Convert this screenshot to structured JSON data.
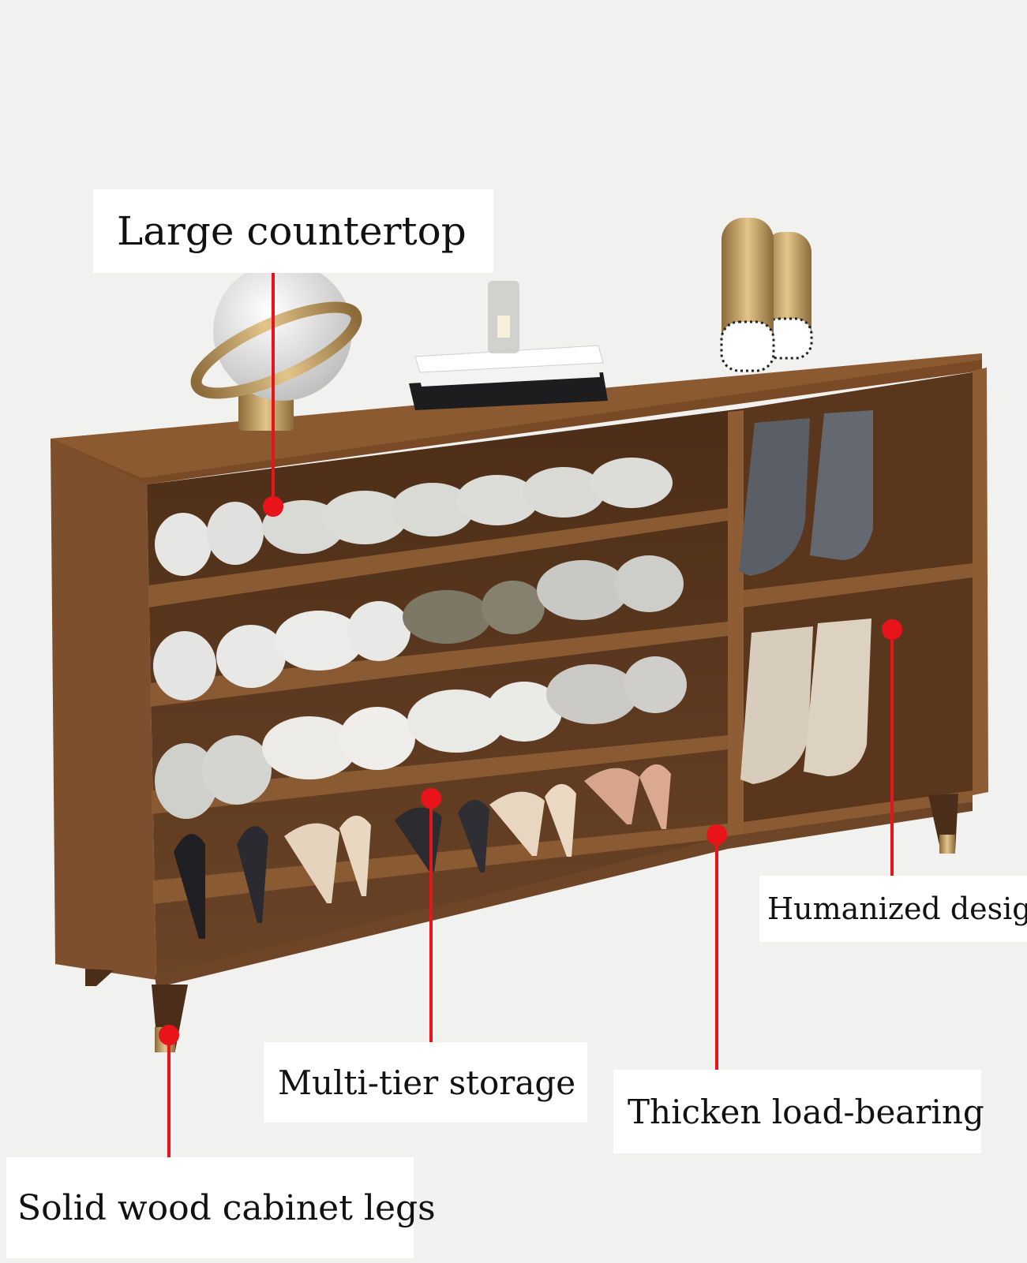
{
  "callouts": {
    "countertop": "Large countertop",
    "humanized": "Humanized design",
    "multitier": "Multi-tier storage",
    "thicken": "Thicken load-bearing",
    "legs": "Solid wood cabinet legs"
  },
  "colors": {
    "background": "#f1f1f0",
    "wood": "#7a4e2c",
    "wood_dark": "#4a2c17",
    "callout_line": "#e8141a",
    "gold": "#c9a15a"
  }
}
